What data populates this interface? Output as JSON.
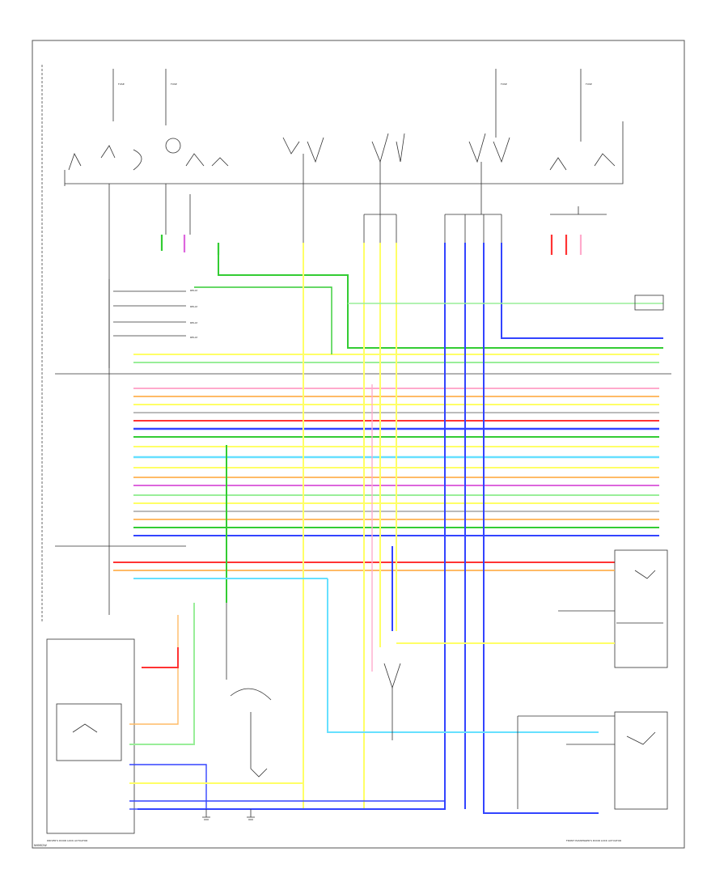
{
  "diagram": {
    "corner_note": "NHM02W",
    "top_fuses": [
      {
        "id": "fuse-1",
        "label": "FUSE"
      },
      {
        "id": "fuse-2",
        "label": "FUSE"
      },
      {
        "id": "fuse-3",
        "label": "FUSE"
      },
      {
        "id": "fuse-4",
        "label": "FUSE"
      }
    ],
    "wire_colors": {
      "green": "#33cc33",
      "lt_green": "#99ee99",
      "yellow": "#ffff66",
      "blue": "#3344ff",
      "lt_blue": "#66e0ff",
      "red": "#ff3333",
      "pink": "#ffaacc",
      "orange": "#ffbb66",
      "violet": "#dd66dd",
      "gray": "#bbbbbb",
      "white": "#f4f4f4",
      "black": "#222222"
    },
    "bottom_labels": [
      "DRIVER'S DOOR LOCK ACTUATOR",
      "FRONT PASSENGER'S DOOR LOCK ACTUATOR"
    ]
  }
}
